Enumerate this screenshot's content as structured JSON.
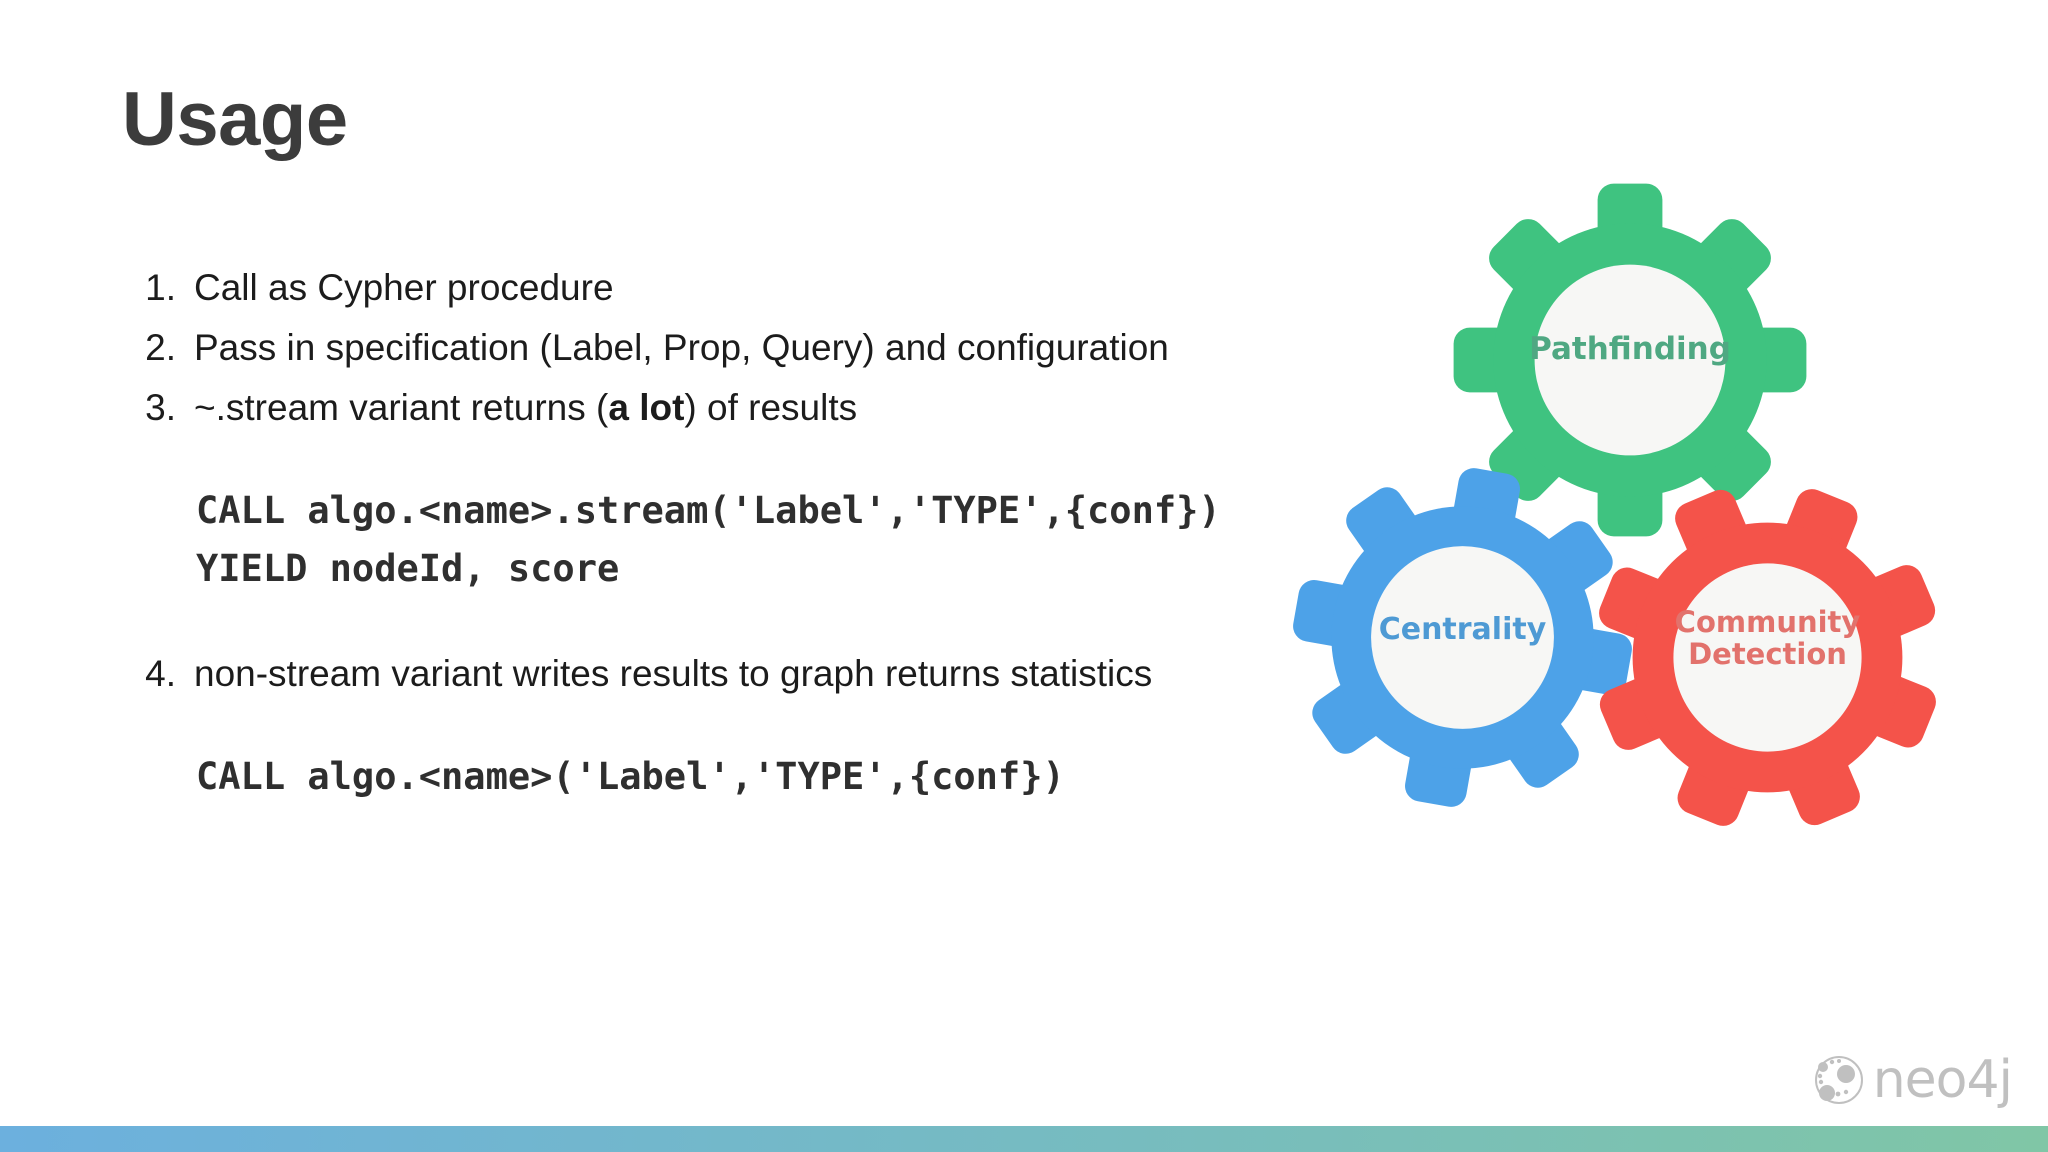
{
  "slide": {
    "title": "Usage",
    "background_color": "#ffffff"
  },
  "content": {
    "items": [
      {
        "num": "1.",
        "text_before": "Call as Cypher procedure",
        "bold": "",
        "text_after": ""
      },
      {
        "num": "2.",
        "text_before": "Pass in specification (Label, Prop, Query) and configuration",
        "bold": "",
        "text_after": ""
      },
      {
        "num": "3.",
        "text_before": "~.stream variant returns (",
        "bold": "a lot",
        "text_after": ") of results"
      },
      {
        "num": "4.",
        "text_before": "non-stream variant writes results to graph returns statistics",
        "bold": "",
        "text_after": ""
      }
    ],
    "code_block_1": "CALL algo.<name>.stream('Label','TYPE',{conf})\nYIELD nodeId, score",
    "code_block_2": "CALL algo.<name>('Label','TYPE',{conf})"
  },
  "graphic": {
    "gears": [
      {
        "label": "Pathfinding",
        "color": "#3fc380",
        "text_color": "#4fa882",
        "name": "pathfinding"
      },
      {
        "label": "Centrality",
        "color": "#4da2e8",
        "text_color": "#4e9ad4",
        "name": "centrality"
      },
      {
        "label": "Community\nDetection",
        "label_line1": "Community",
        "label_line2": "Detection",
        "color": "#f4534a",
        "text_color": "#e2726c",
        "name": "community-detection"
      }
    ],
    "gear_hub_color": "#f7f7f5"
  },
  "branding": {
    "logo_text": "neo4j",
    "logo_color": "#9a9a9a"
  },
  "footer_bar": {
    "gradient_start": "#6cb0de",
    "gradient_end": "#80c6a6"
  }
}
